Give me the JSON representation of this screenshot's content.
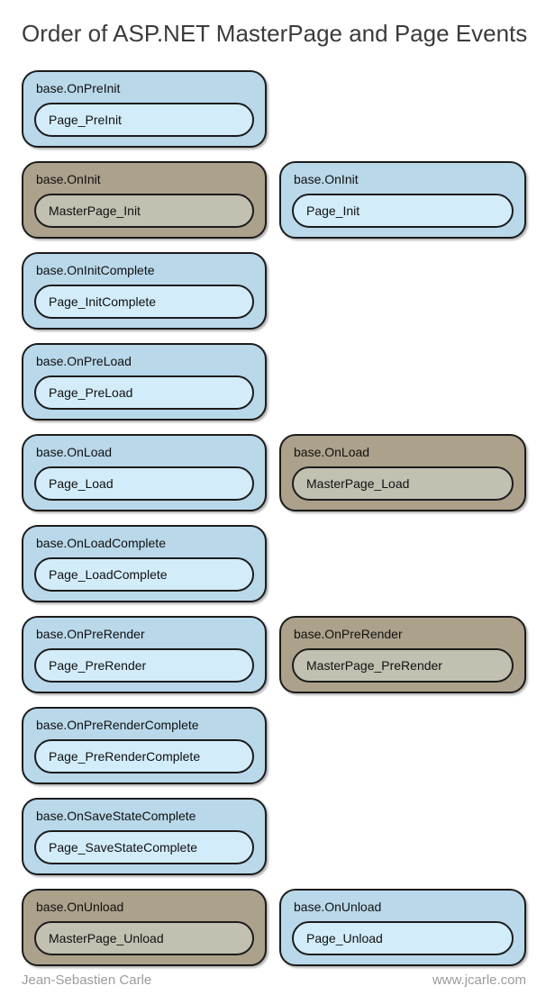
{
  "title": "Order of ASP.NET MasterPage and Page Events",
  "footer": {
    "author": "Jean-Sebastien Carle",
    "website": "www.jcarle.com"
  },
  "colors": {
    "background": "#FFFFFF",
    "page_event_fill": "#B9D8EA",
    "page_handler_fill": "#D2ECFA",
    "master_event_fill": "#ACA18B",
    "master_handler_fill": "#C1C0B1",
    "outline": "#1C1C1C",
    "title_text": "#3B3B3B",
    "footer_text": "#9C9C9C"
  },
  "legend_semantics": {
    "blue_boxes": "Page events",
    "tan_boxes": "MasterPage events"
  },
  "rows": [
    {
      "left": {
        "event": "base.OnPreInit",
        "handler": "Page_PreInit",
        "owner": "page"
      },
      "right": null
    },
    {
      "left": {
        "event": "base.OnInit",
        "handler": "MasterPage_Init",
        "owner": "master"
      },
      "right": {
        "event": "base.OnInit",
        "handler": "Page_Init",
        "owner": "page"
      }
    },
    {
      "left": {
        "event": "base.OnInitComplete",
        "handler": "Page_InitComplete",
        "owner": "page"
      },
      "right": null
    },
    {
      "left": {
        "event": "base.OnPreLoad",
        "handler": "Page_PreLoad",
        "owner": "page"
      },
      "right": null
    },
    {
      "left": {
        "event": "base.OnLoad",
        "handler": "Page_Load",
        "owner": "page"
      },
      "right": {
        "event": "base.OnLoad",
        "handler": "MasterPage_Load",
        "owner": "master"
      }
    },
    {
      "left": {
        "event": "base.OnLoadComplete",
        "handler": "Page_LoadComplete",
        "owner": "page"
      },
      "right": null
    },
    {
      "left": {
        "event": "base.OnPreRender",
        "handler": "Page_PreRender",
        "owner": "page"
      },
      "right": {
        "event": "base.OnPreRender",
        "handler": "MasterPage_PreRender",
        "owner": "master"
      }
    },
    {
      "left": {
        "event": "base.OnPreRenderComplete",
        "handler": "Page_PreRenderComplete",
        "owner": "page"
      },
      "right": null
    },
    {
      "left": {
        "event": "base.OnSaveStateComplete",
        "handler": "Page_SaveStateComplete",
        "owner": "page"
      },
      "right": null
    },
    {
      "left": {
        "event": "base.OnUnload",
        "handler": "MasterPage_Unload",
        "owner": "master"
      },
      "right": {
        "event": "base.OnUnload",
        "handler": "Page_Unload",
        "owner": "page"
      }
    }
  ]
}
